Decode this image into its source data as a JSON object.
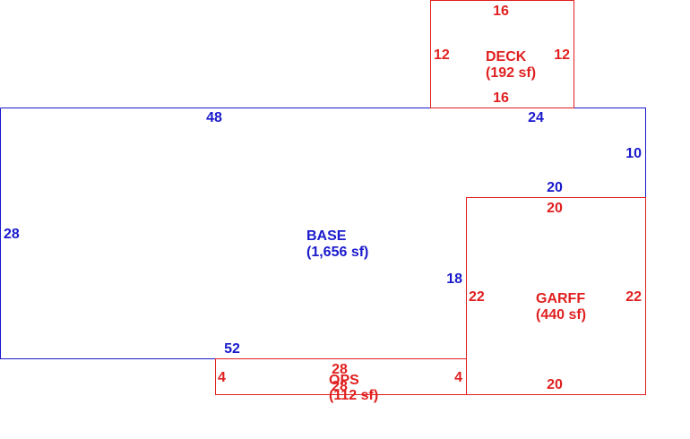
{
  "colors": {
    "base": "#1a1acc",
    "addon": "#e02020"
  },
  "areas": {
    "base": {
      "name": "BASE",
      "area": "(1,656 sf)"
    },
    "deck": {
      "name": "DECK",
      "area": "(192 sf)"
    },
    "garff": {
      "name": "GARFF",
      "area": "(440 sf)"
    },
    "ops": {
      "name": "OPS",
      "area": "(112 sf)"
    }
  },
  "dimensions": {
    "base_top_left": "48",
    "base_top_right": "24",
    "base_right_upper": "10",
    "base_step": "20",
    "base_inner_vertical": "18",
    "base_left": "28",
    "base_bottom": "52",
    "deck_top": "16",
    "deck_bottom": "16",
    "deck_left": "12",
    "deck_right": "12",
    "garff_top": "20",
    "garff_bottom": "20",
    "garff_left": "22",
    "garff_right": "22",
    "ops_top": "28",
    "ops_overlap": "28",
    "ops_left": "4",
    "ops_right": "4"
  }
}
